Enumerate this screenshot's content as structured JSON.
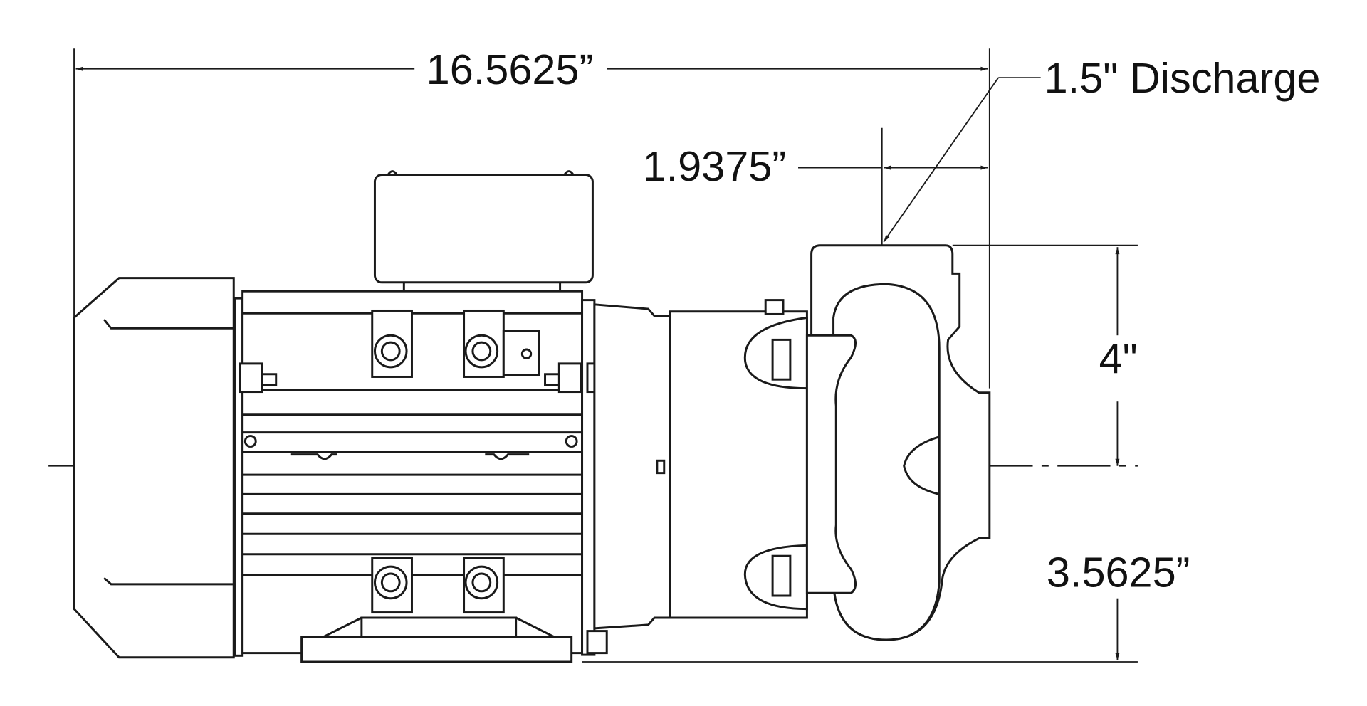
{
  "drawing": {
    "overall_length": "16.5625”",
    "discharge_label": "1.5\" Discharge",
    "discharge_offset": "1.9375”",
    "housing_height": "4\"",
    "centerline_height": "3.5625”"
  },
  "colors": {
    "line": "#1a1a1a",
    "background": "#ffffff"
  }
}
